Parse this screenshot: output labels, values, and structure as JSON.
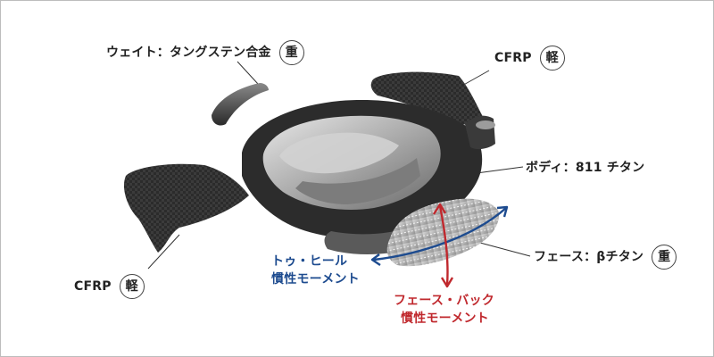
{
  "labels": {
    "weight": {
      "text": "ウェイト：タングステン合金",
      "badge": "重"
    },
    "crown_cfrp": {
      "text": "CFRP",
      "badge": "軽"
    },
    "body": {
      "text": "ボディ：811 チタン"
    },
    "sole_cfrp": {
      "text": "CFRP",
      "badge": "軽"
    },
    "face": {
      "text": "フェース：βチタン",
      "badge": "重"
    },
    "toe_heel": {
      "line1": "トゥ・ヒール",
      "line2": "慣性モーメント"
    },
    "face_back": {
      "line1": "フェース・バック",
      "line2": "慣性モーメント"
    }
  },
  "colors": {
    "toe_heel_arrow": "#1d4b8f",
    "face_back_arrow": "#c0282d",
    "carbon": "#2a2a2a",
    "titanium": "#9a9a9a"
  }
}
